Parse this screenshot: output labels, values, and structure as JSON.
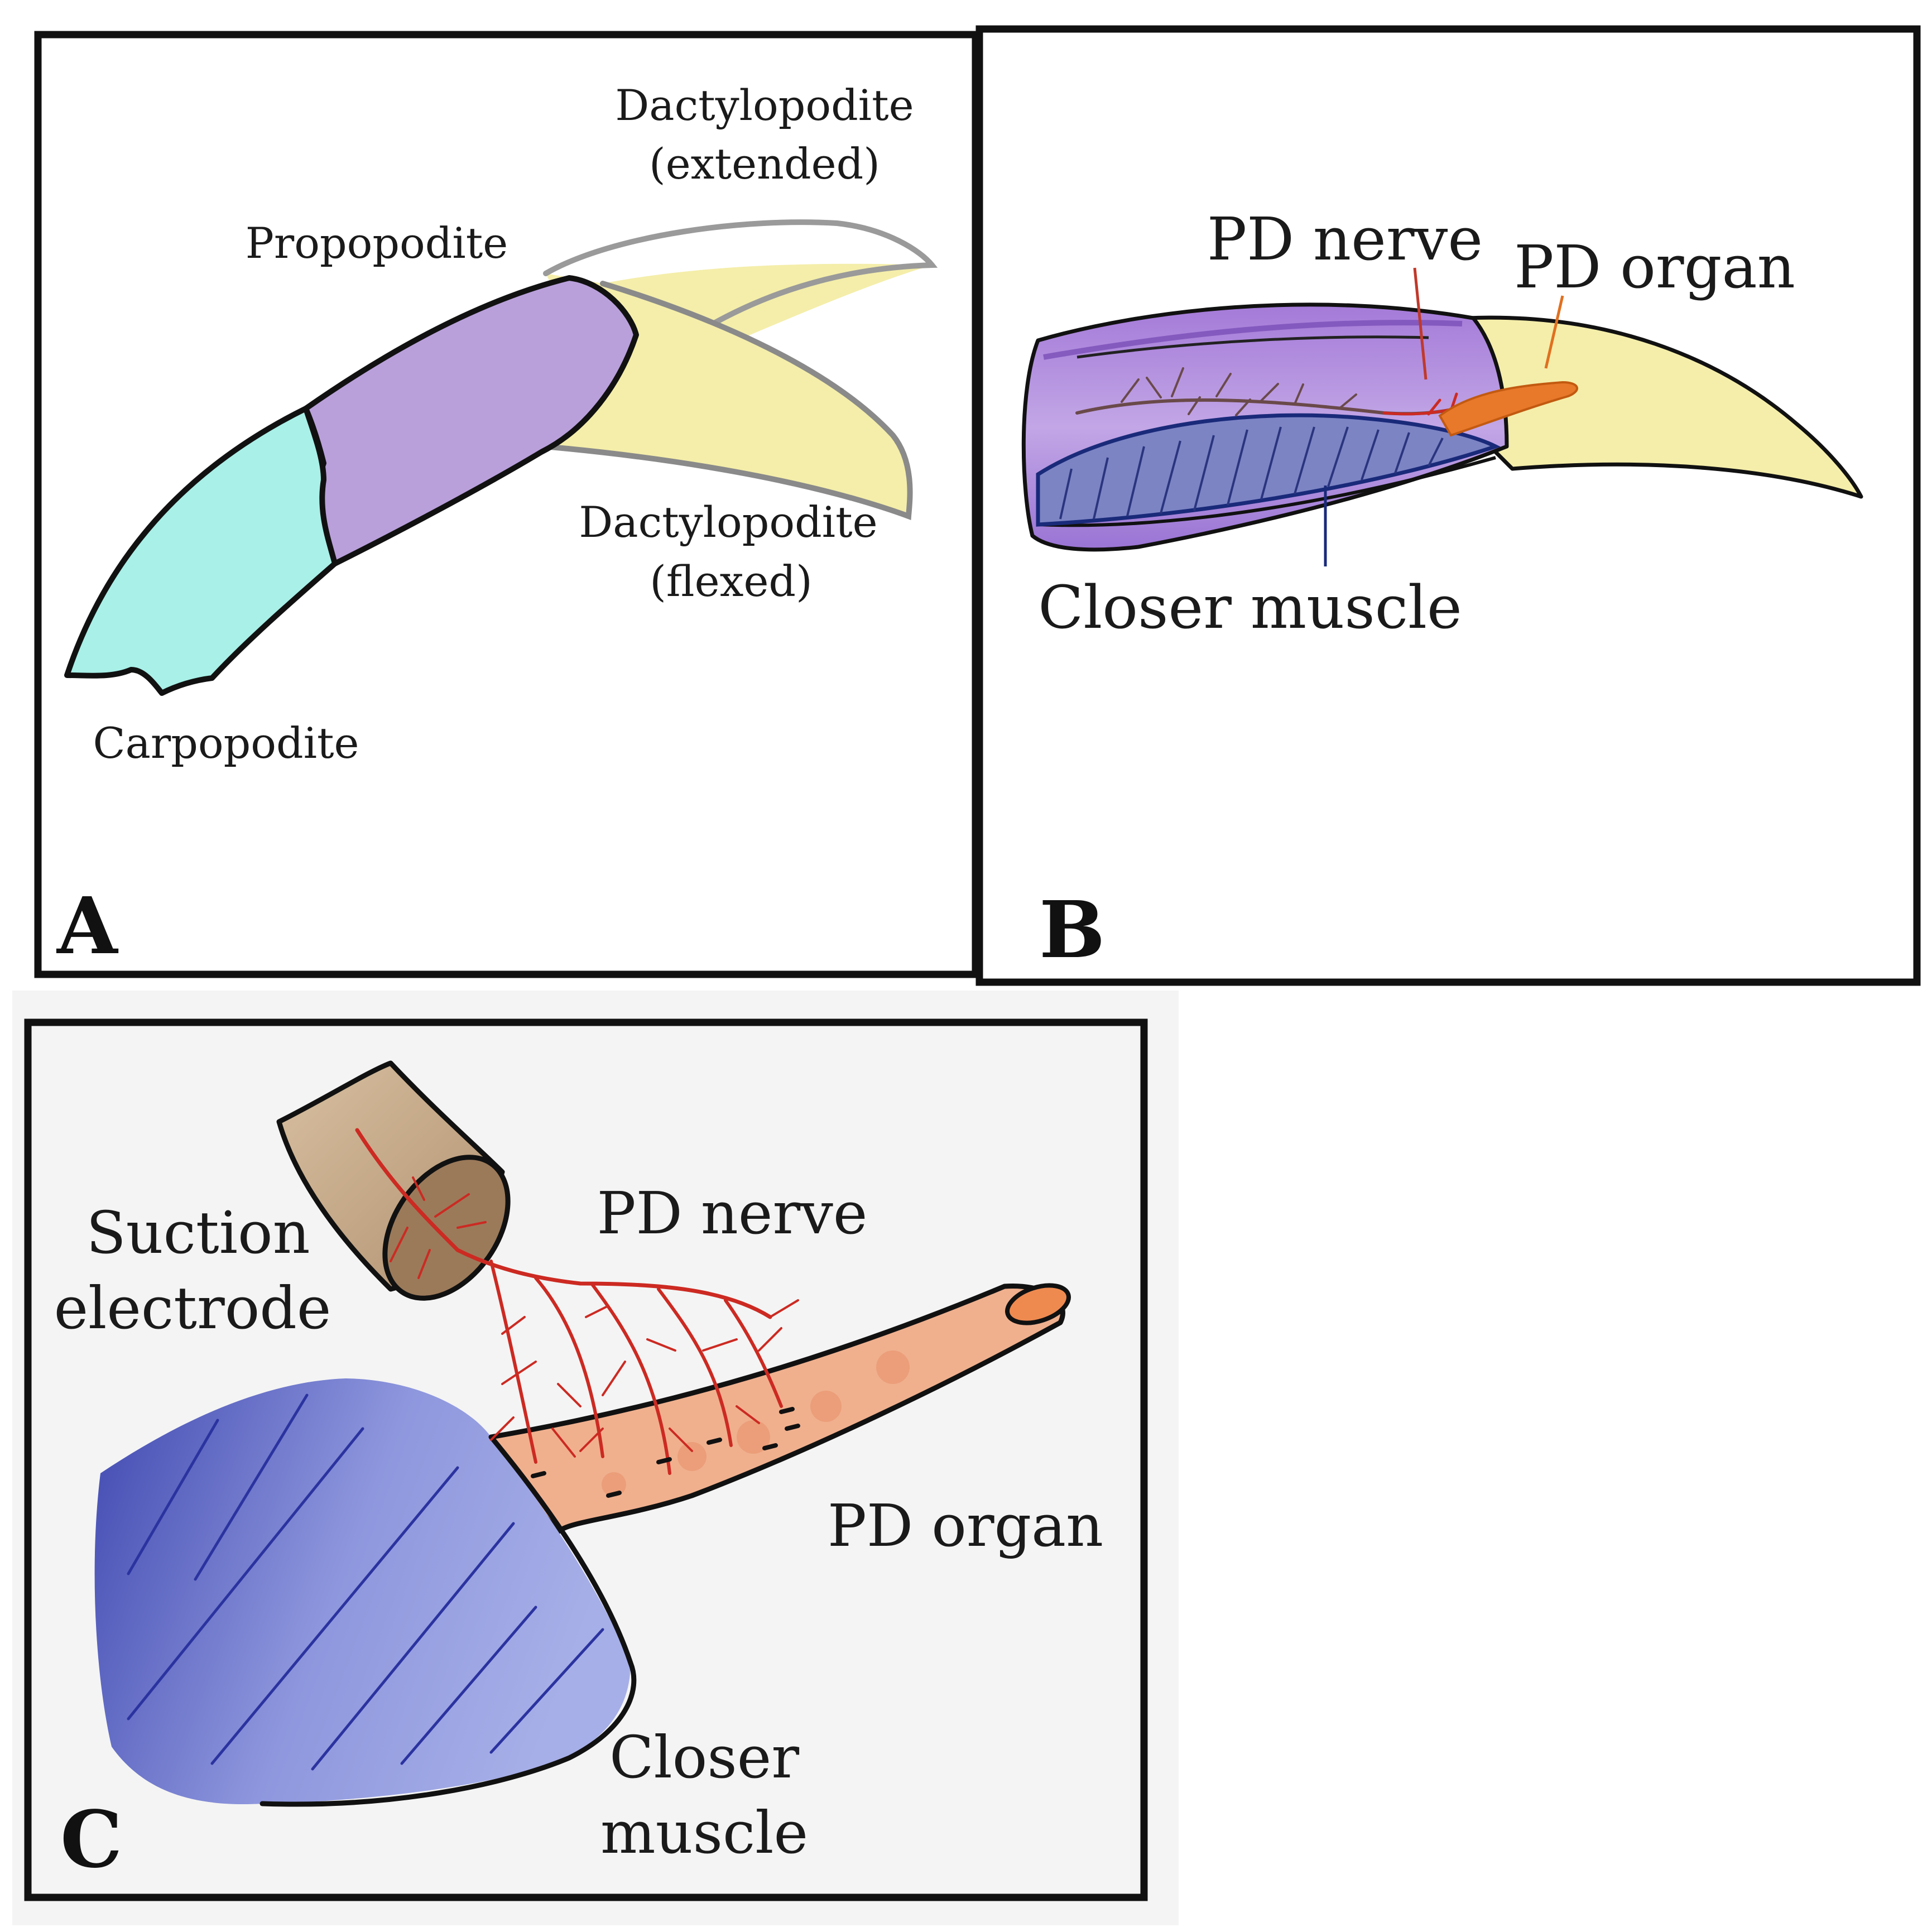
{
  "panels": {
    "a": {
      "letter": "A",
      "labels": {
        "dactyl_ext_1": "Dactylopodite",
        "dactyl_ext_2": "(extended)",
        "propopodite": "Propopodite",
        "dactyl_flex_1": "Dactylopodite",
        "dactyl_flex_2": "(flexed)",
        "carpopodite": "Carpopodite"
      }
    },
    "b": {
      "letter": "B",
      "labels": {
        "pd_nerve": "PD nerve",
        "pd_organ": "PD organ",
        "closer_muscle": "Closer muscle"
      }
    },
    "c": {
      "letter": "C",
      "labels": {
        "suction_1": "Suction",
        "suction_2": "electrode",
        "pd_nerve": "PD nerve",
        "pd_organ": "PD organ",
        "closer_1": "Closer",
        "closer_2": "muscle"
      }
    }
  },
  "colors": {
    "carpopodite": "#a8f0e8",
    "propopodite": "#b9a0db",
    "dactylopodite": "#f4eeaa",
    "propus_b": "#b896e2",
    "closer_muscle": "#7c84c4",
    "pd_organ_b": "#e8782a",
    "nerve": "#cc2a22",
    "pd_organ_c": "#f0b08e",
    "electrode": "#c8aa86",
    "muscle_c": "#8a92dc"
  }
}
